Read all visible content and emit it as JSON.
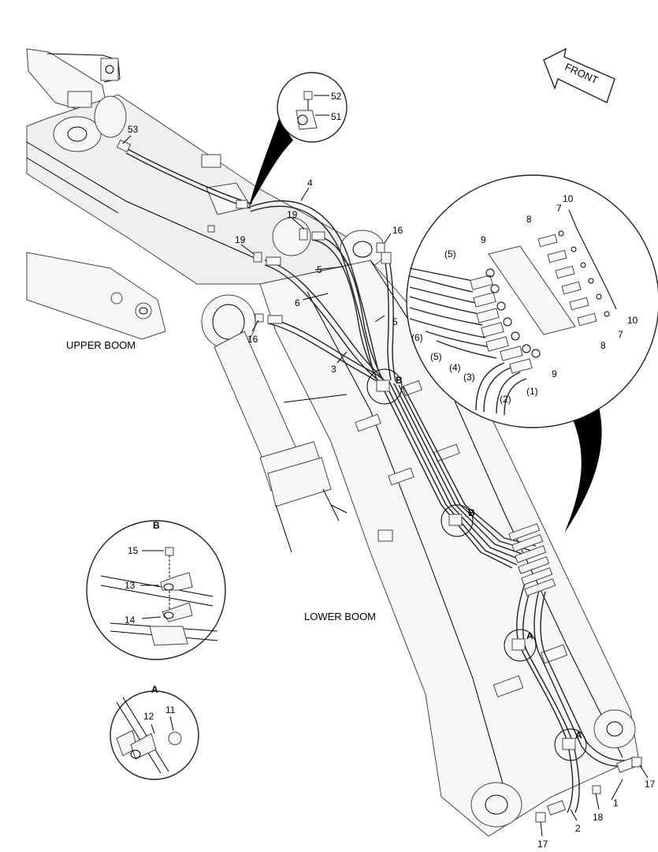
{
  "labels": {
    "upper_boom": "UPPER BOOM",
    "lower_boom": "LOWER BOOM",
    "front": "FRONT"
  },
  "callouts": {
    "p1": "1",
    "p2": "2",
    "p3": "3",
    "p4": "4",
    "p5a": "5",
    "p5b": "5",
    "p6": "6",
    "p16a": "16",
    "p16b": "16",
    "p17a": "17",
    "p17b": "17",
    "p18": "18",
    "p19a": "19",
    "p19b": "19",
    "p52": "52",
    "p51": "51",
    "p53": "53"
  },
  "detail_markers": {
    "b1": "B",
    "b2": "B",
    "a1": "A",
    "a2": "A"
  },
  "detail_fitting": {
    "title": "",
    "items": {
      "c7a": "7",
      "c7b": "7",
      "c8a": "8",
      "c8b": "8",
      "c9a": "9",
      "c9b": "9",
      "c10a": "10",
      "c10b": "10",
      "h5a": "(5)",
      "h5b": "(5)",
      "h6": "(6)",
      "h4": "(4)",
      "h3": "(3)",
      "h2": "(2)",
      "h1": "(1)"
    }
  },
  "detail_b": {
    "title": "B",
    "items": {
      "c15": "15",
      "c13": "13",
      "c14": "14"
    }
  },
  "detail_a": {
    "title": "A",
    "items": {
      "c11": "11",
      "c12": "12"
    }
  }
}
